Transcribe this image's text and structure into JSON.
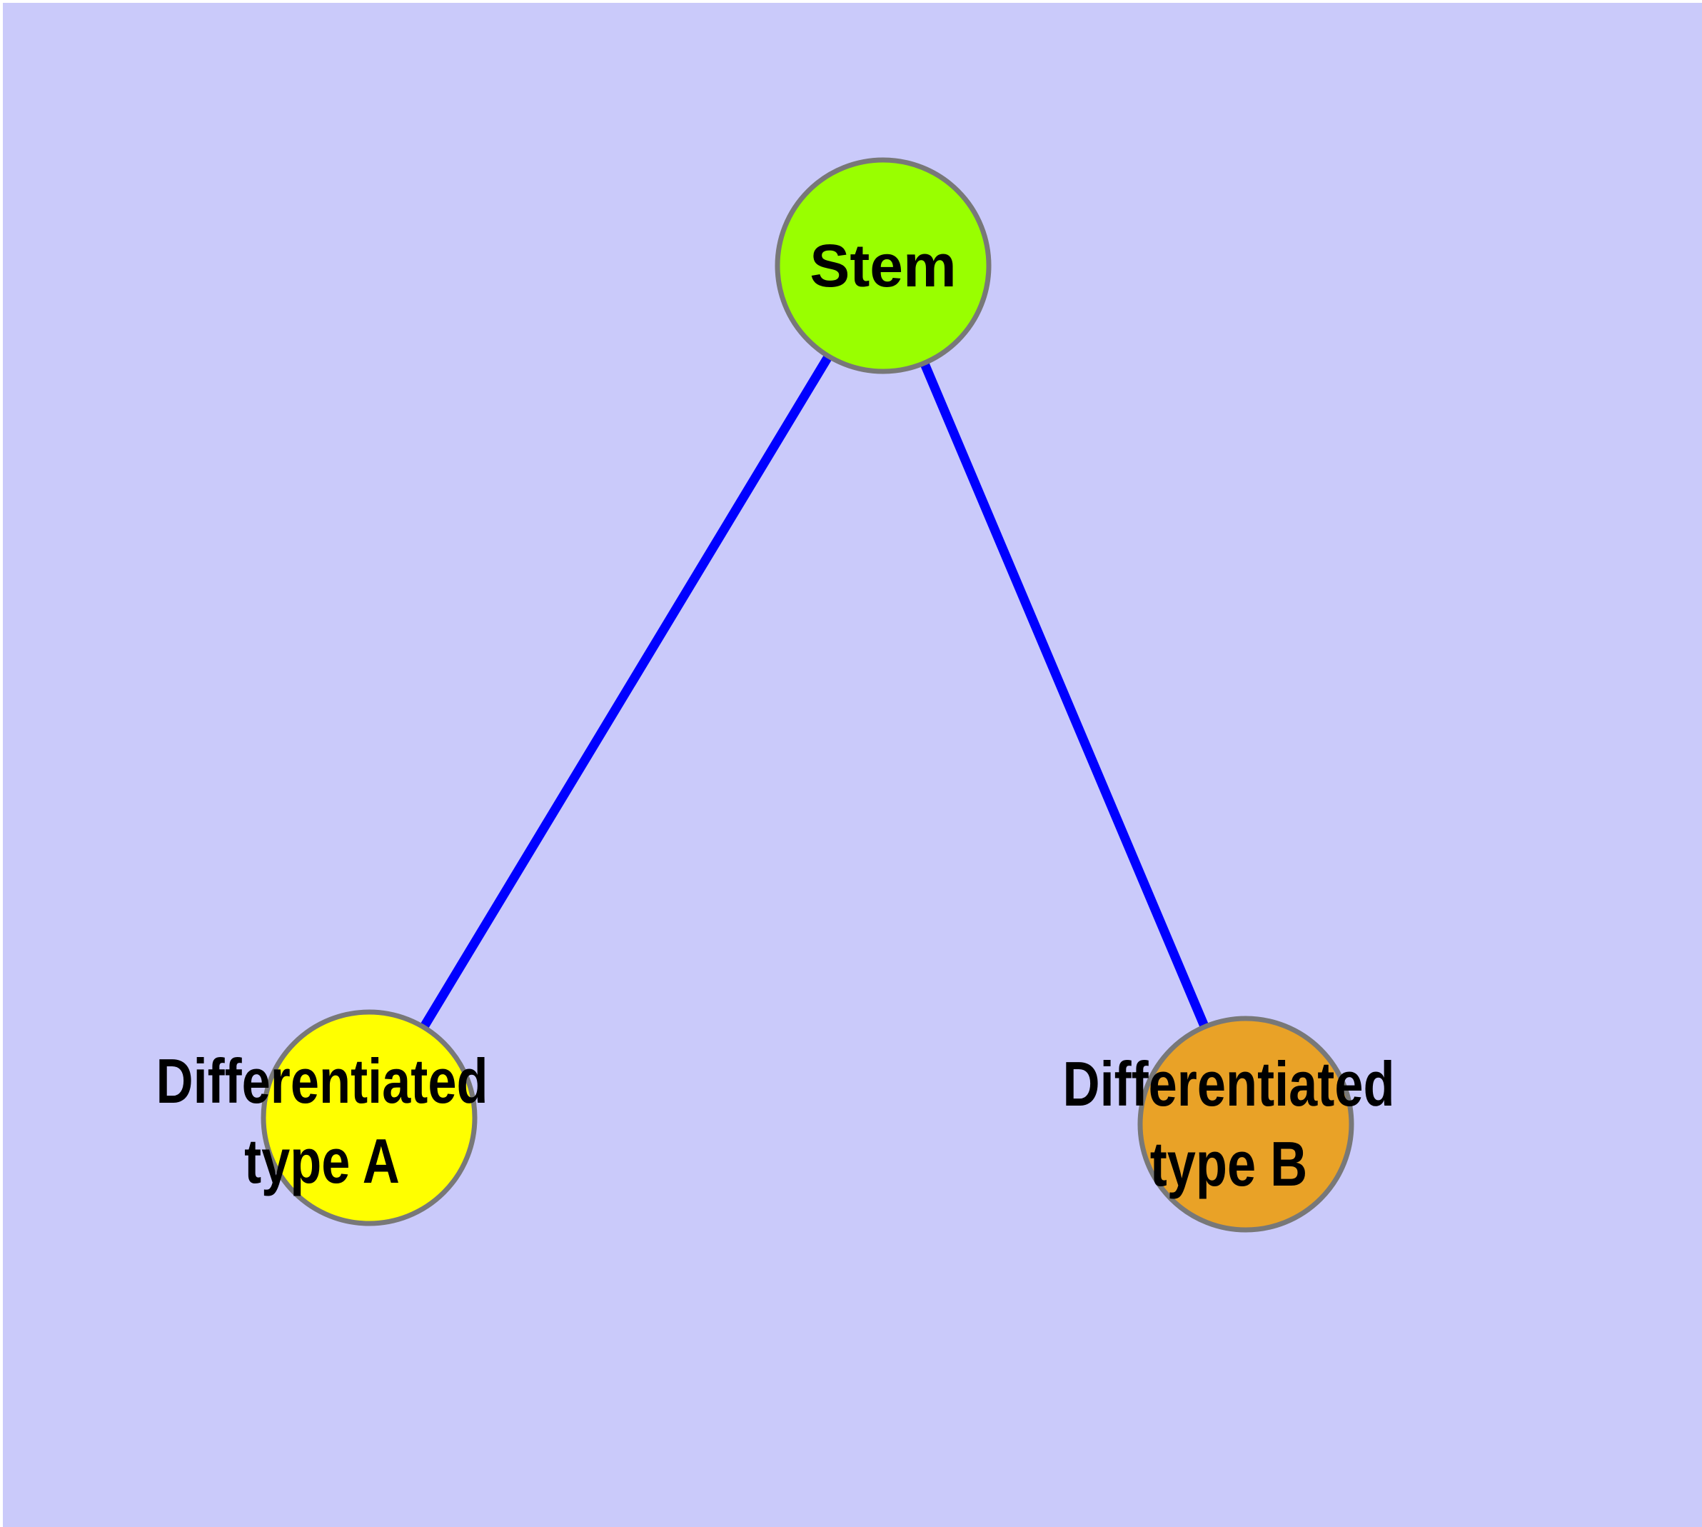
{
  "diagram": {
    "background_color": "#CACAFA",
    "page_margin_color": "#FFFFFF",
    "edge_color": "#0000FF",
    "node_border_color": "#787878",
    "label_color": "#000000",
    "nodes": [
      {
        "id": "stem",
        "label": "Stem",
        "label_line1": "Stem",
        "label_line2": "",
        "fill": "#99FF00"
      },
      {
        "id": "type-a",
        "label": "Differentiated type A",
        "label_line1": "Differentiated",
        "label_line2": "type A",
        "fill": "#FFFF00"
      },
      {
        "id": "type-b",
        "label": "Differentiated type B",
        "label_line1": "Differentiated",
        "label_line2": "type B",
        "fill": "#E9A227"
      }
    ],
    "edges": [
      {
        "from": "stem",
        "to": "type-a"
      },
      {
        "from": "stem",
        "to": "type-b"
      }
    ]
  }
}
